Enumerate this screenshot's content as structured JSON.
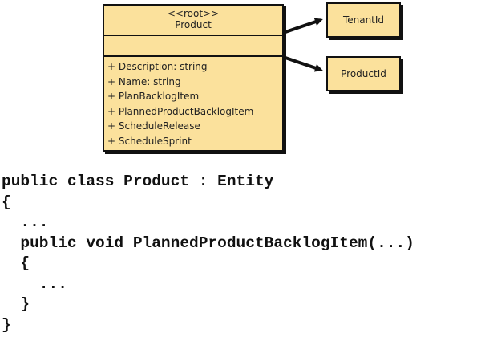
{
  "diagram": {
    "class_box": {
      "stereotype": "<<root>>",
      "name": "Product",
      "operations": [
        "+ Description: string",
        "+ Name: string",
        "+ PlanBacklogItem",
        "+ PlannedProductBacklogItem",
        "+ ScheduleRelease",
        "+ ScheduleSprint"
      ]
    },
    "value_objects": [
      {
        "name": "TenantId"
      },
      {
        "name": "ProductId"
      }
    ],
    "colors": {
      "box_fill": "#fbe19c",
      "stroke": "#111111"
    }
  },
  "code": {
    "lines": [
      "public class Product : Entity",
      "{",
      "  ...",
      "  public void PlannedProductBacklogItem(...)",
      "  {",
      "    ...",
      "  }",
      "}"
    ]
  }
}
